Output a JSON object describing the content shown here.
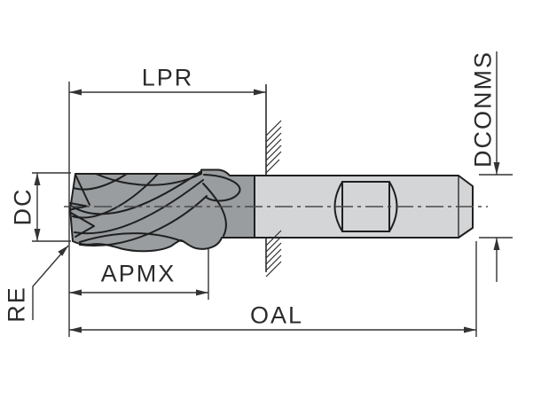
{
  "drawing": {
    "title": "End mill dimension drawing",
    "labels": {
      "lpr": "LPR",
      "dconms": "DCONMS",
      "dc": "DC",
      "re": "RE",
      "apmx": "APMX",
      "oal": "OAL"
    },
    "colors": {
      "background": "#ffffff",
      "cutter_fill": "#999da0",
      "shank_fill": "#d3d5d6",
      "outline": "#1f1f1f",
      "dimension_lines": "#333333",
      "label_text": "#2b2b2b"
    }
  }
}
